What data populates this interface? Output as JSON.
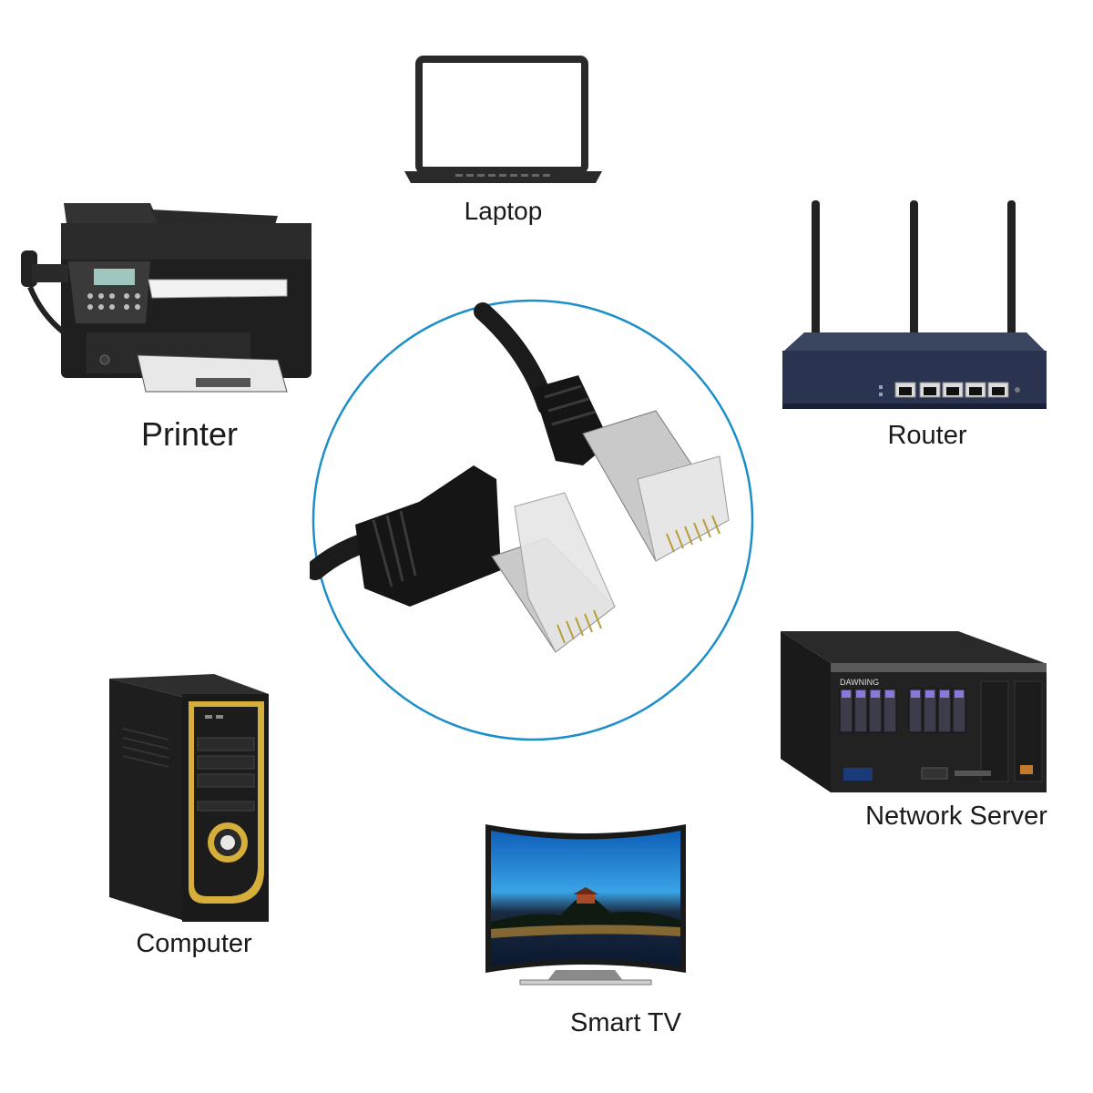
{
  "devices": {
    "laptop": {
      "label": "Laptop"
    },
    "printer": {
      "label": "Printer"
    },
    "router": {
      "label": "Router"
    },
    "server": {
      "label": "Network Server",
      "brand": "DAWNING"
    },
    "computer": {
      "label": "Computer"
    },
    "tv": {
      "label": "Smart TV"
    }
  },
  "colors": {
    "circle_stroke": "#1c8fc8",
    "device_dark": "#1c1c1c",
    "computer_accent": "#d6ae3a",
    "router_body": "#2c3550"
  }
}
